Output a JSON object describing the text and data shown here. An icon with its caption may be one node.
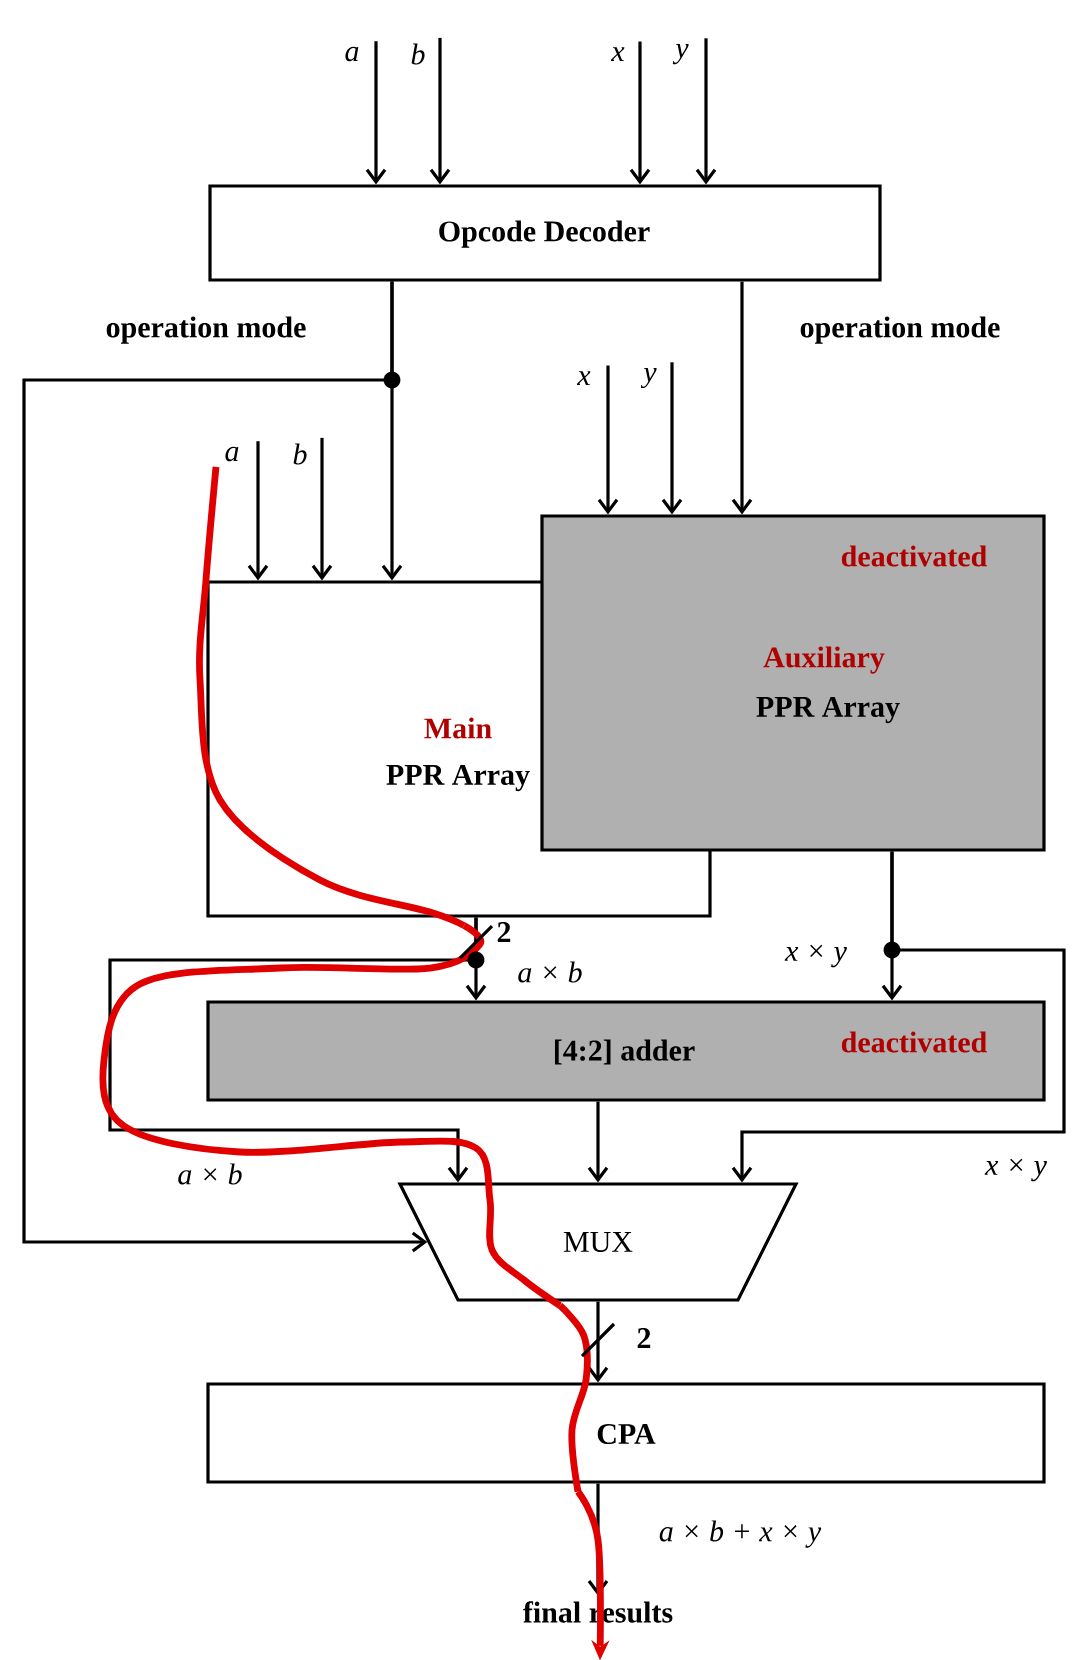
{
  "diagram": {
    "nodes": [
      {
        "text": [
          "a"
        ]
      },
      {
        "text": [
          "b"
        ]
      },
      {
        "text": [
          "x"
        ]
      },
      {
        "text": [
          "y"
        ]
      },
      {
        "text": [
          "Opcode Decoder"
        ]
      },
      {
        "text": [
          "x"
        ]
      },
      {
        "text": [
          "y"
        ]
      },
      {
        "text": [
          "a"
        ]
      },
      {
        "text": [
          "b"
        ]
      },
      {
        "text": [
          "Main",
          "PPR Array"
        ]
      },
      {
        "text": [
          "deactivated",
          "Auxiliary",
          "PPR Array"
        ]
      },
      {
        "text": [
          "[4:2] adder",
          "deactivated"
        ]
      },
      {
        "text": [
          "MUX"
        ]
      },
      {
        "text": [
          "CPA"
        ]
      },
      {
        "text": [
          "final results"
        ]
      }
    ],
    "edges": [
      {
        "from": 0,
        "to": 4,
        "arrow": "to"
      },
      {
        "from": 1,
        "to": 4,
        "arrow": "to"
      },
      {
        "from": 2,
        "to": 4,
        "arrow": "to"
      },
      {
        "from": 3,
        "to": 4,
        "arrow": "to"
      },
      {
        "from": 4,
        "to": 9,
        "arrow": "to",
        "label": "operation mode"
      },
      {
        "from": 4,
        "to": 12,
        "arrow": "to"
      },
      {
        "from": 4,
        "to": 10,
        "arrow": "to",
        "label": "operation mode"
      },
      {
        "from": 5,
        "to": 10,
        "arrow": "to"
      },
      {
        "from": 6,
        "to": 10,
        "arrow": "to"
      },
      {
        "from": 7,
        "to": 9,
        "arrow": "to"
      },
      {
        "from": 8,
        "to": 9,
        "arrow": "to"
      },
      {
        "from": 9,
        "to": 11,
        "arrow": "to",
        "label": "a × b"
      },
      {
        "from": 9,
        "to": 12,
        "arrow": "to",
        "label": "a × b"
      },
      {
        "from": 10,
        "to": 11,
        "arrow": "to",
        "label": "x × y"
      },
      {
        "from": 10,
        "to": 12,
        "arrow": "to",
        "label": "x × y"
      },
      {
        "from": 11,
        "to": 12,
        "arrow": "to"
      },
      {
        "from": 12,
        "to": 13,
        "arrow": "to",
        "label": "2"
      },
      {
        "from": 13,
        "to": 14,
        "arrow": "to",
        "label": "a × b + x × y"
      },
      {
        "from": 7,
        "to": 9,
        "arrow": "none",
        "style": "thick",
        "color": "#e00000"
      },
      {
        "from": 9,
        "to": 12,
        "arrow": "none",
        "style": "thick",
        "color": "#e00000"
      },
      {
        "from": 12,
        "to": 13,
        "arrow": "none",
        "style": "thick",
        "color": "#e00000"
      },
      {
        "from": 13,
        "to": 14,
        "arrow": "to",
        "style": "thick",
        "color": "#e00000"
      }
    ],
    "labels": [
      "2"
    ]
  }
}
